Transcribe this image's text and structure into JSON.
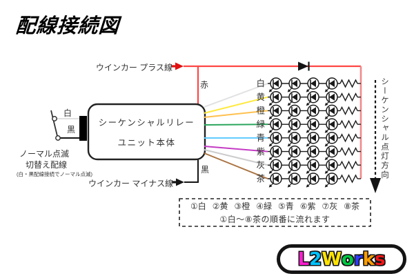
{
  "title": "配線接続図",
  "plus": {
    "label": "ウインカー プラス線",
    "wire_label": "赤",
    "wire_color": "#ff4545",
    "arrow_color": "#e01111"
  },
  "minus": {
    "label": "ウインカー マイナス線",
    "wire_label": "黒",
    "wire_color": "#111111"
  },
  "switch": {
    "white_label": "白",
    "black_label": "黒",
    "caption_line1": "ノーマル点滅",
    "caption_line2": "切替え配線",
    "note": "(白・黒配線接続でノーマル点滅)"
  },
  "relay": {
    "line1": "シーケンシャルリレー",
    "line2": "ユニット本体"
  },
  "led_grid": {
    "leds_per_row": 4,
    "bus_color": "#f08a8a",
    "rows": [
      {
        "label": "白",
        "wire_color": "#e2e2e2"
      },
      {
        "label": "黄",
        "wire_color": "#ffe93c"
      },
      {
        "label": "橙",
        "wire_color": "#ffc04d"
      },
      {
        "label": "緑",
        "wire_color": "#2aa55c"
      },
      {
        "label": "青",
        "wire_color": "#5fcbff"
      },
      {
        "label": "紫",
        "wire_color": "#c43bc4"
      },
      {
        "label": "灰",
        "wire_color": "#cccccc"
      },
      {
        "label": "茶",
        "wire_color": "#ab7544"
      }
    ]
  },
  "direction": {
    "label": "シーケンシャル点灯方向"
  },
  "legend": {
    "items": [
      "①白",
      "②黄",
      "③橙",
      "④緑",
      "⑤青",
      "⑥紫",
      "⑦灰",
      "⑧茶"
    ],
    "note": "①白〜⑧茶の順番に流れます"
  },
  "icons": {
    "diode": "diode-icon",
    "led": "led-icon",
    "resistor": "resistor-icon",
    "toggle_switch": "switch-icon"
  },
  "logo": {
    "text": "L2Works",
    "letters": [
      {
        "ch": "L",
        "color": "#ff1dce"
      },
      {
        "ch": "2",
        "color": "#00c3ff"
      },
      {
        "ch": "W",
        "color": "#ffe400"
      },
      {
        "ch": "o",
        "color": "#00c943"
      },
      {
        "ch": "r",
        "color": "#2a3bff"
      },
      {
        "ch": "k",
        "color": "#ff9d00"
      },
      {
        "ch": "s",
        "color": "#f01616"
      }
    ]
  }
}
